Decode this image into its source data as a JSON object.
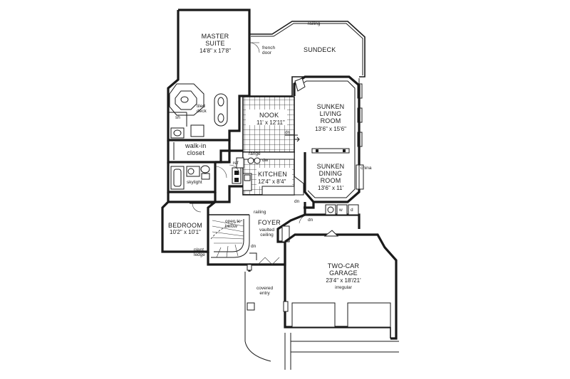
{
  "plan": {
    "rooms": {
      "master_suite": {
        "name_line1": "MASTER",
        "name_line2": "SUITE",
        "dims": "14'8\" x 17'8\""
      },
      "sundeck": {
        "name": "SUNDECK"
      },
      "nook": {
        "name": "NOOK",
        "dims": "11' x 12'11\""
      },
      "living": {
        "name_line1": "SUNKEN",
        "name_line2": "LIVING",
        "name_line3": "ROOM",
        "dims": "13'6\" x 15'6\""
      },
      "dining": {
        "name_line1": "SUNKEN",
        "name_line2": "DINING",
        "name_line3": "ROOM",
        "dims": "13'6\" x 11'"
      },
      "kitchen": {
        "name": "KITCHEN",
        "dims": "12'4\" x 8'4\""
      },
      "walk_in_closet": {
        "line1": "walk-in",
        "line2": "closet"
      },
      "bedroom": {
        "name": "BEDROOM",
        "dims": "10'2\" x 10'1\""
      },
      "foyer": {
        "name": "FOYER",
        "note_line1": "vaulted",
        "note_line2": "ceiling"
      },
      "garage": {
        "name_line1": "TWO-CAR",
        "name_line2": "GARAGE",
        "dims": "23'4\" x 18'/21'",
        "note": "irregular"
      },
      "covered_entry": {
        "line1": "covered",
        "line2": "entry"
      }
    },
    "notes": {
      "railing_deck": "railing",
      "railing_foyer": "railing",
      "french_door_1": "french",
      "french_door_2": "door",
      "tiled_deck_1": "tiled",
      "tiled_deck_2": "deck",
      "shower": "sh",
      "skylight": "skylight",
      "open_below_1": "open to",
      "open_below_2": "below",
      "plant_ledge_1": "plant",
      "plant_ledge_2": "ledge",
      "dn_nook": "dn",
      "dn_dining": "dn",
      "dn_foyer": "dn",
      "dn_stairs": "dn",
      "range": "range",
      "china": "china",
      "ref": "ref",
      "dw": "dw",
      "w": "w",
      "d": "d"
    }
  }
}
